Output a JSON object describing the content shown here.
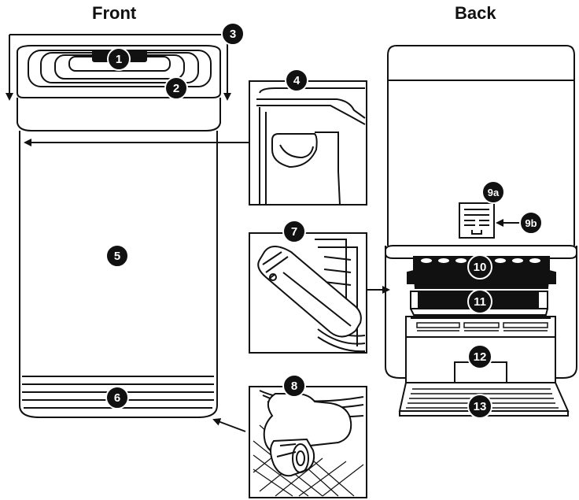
{
  "headings": {
    "front": "Front",
    "back": "Back"
  },
  "callouts": {
    "c1": "1",
    "c2": "2",
    "c3": "3",
    "c4": "4",
    "c5": "5",
    "c6": "6",
    "c7": "7",
    "c8": "8",
    "c9a": "9a",
    "c9b": "9b",
    "c10": "10",
    "c11": "11",
    "c12": "12",
    "c13": "13"
  },
  "colors": {
    "ink": "#111111",
    "badge_fill": "#111111",
    "badge_text": "#ffffff",
    "background": "#ffffff"
  }
}
